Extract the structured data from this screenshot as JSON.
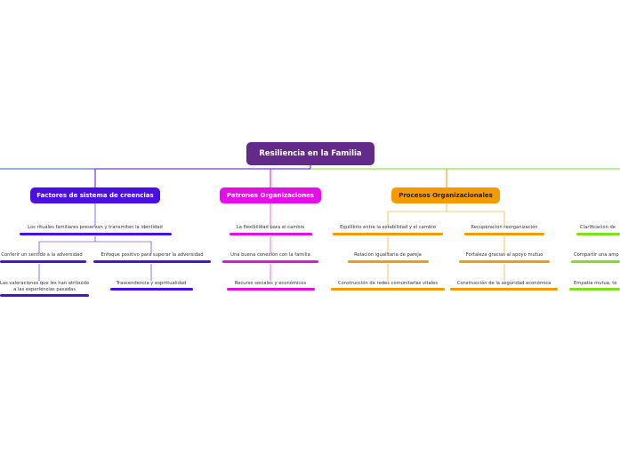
{
  "root": {
    "label": "Resiliencia en la Familia",
    "color": "#632a8a"
  },
  "branches": [
    {
      "label": "Factores de sistema de creencias",
      "color": "#4b0fe3",
      "children": [
        "Los rituales familiares preservan y transmiten la identidad",
        "Conferir un sentido a la adversidad",
        "Enfoque positivo para superar la adversidad",
        "Las valoraciones que les han atribuido a las experiencias pasadas",
        "Trascendencia y espiritualidad"
      ]
    },
    {
      "label": "Patrones Organizaciones",
      "color": "#e60ee6",
      "children": [
        "La flexibilidad para el cambio",
        "Una buena conexión con la familia",
        "Recurso sociales y económicos"
      ]
    },
    {
      "label": "Procesos Organizacionales",
      "color": "#f59a00",
      "children": [
        "Equilibrio entre la estabilidad y el cambio",
        "Relación igualitaria de pareja",
        "Construcción de redes comunitarias vitales",
        "Recuperación reorganización",
        "Fortaleza gracias al apoyo mutuo",
        "Construcción de la seguridad económica"
      ]
    },
    {
      "label": "",
      "color": "#7fe01c",
      "children": [
        "Clarificación de",
        "Compartir una amp",
        "Empatía mutua, to"
      ]
    },
    {
      "label": "",
      "color": "#2a5fd1",
      "children": []
    }
  ]
}
